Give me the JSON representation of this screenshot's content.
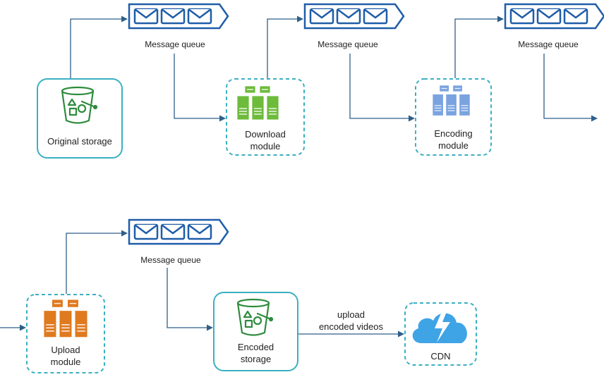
{
  "queues": [
    {
      "id": "queue-1",
      "label": "Message queue"
    },
    {
      "id": "queue-2",
      "label": "Message queue"
    },
    {
      "id": "queue-3",
      "label": "Message queue"
    },
    {
      "id": "queue-4",
      "label": "Message queue"
    }
  ],
  "nodes": {
    "original_storage": {
      "lines": [
        "Original storage"
      ],
      "icon": "bucket-icon"
    },
    "download_module": {
      "lines": [
        "Download",
        "module"
      ],
      "icon": "server-icon",
      "color": "#6dbb3b"
    },
    "encoding_module": {
      "lines": [
        "Encoding",
        "module"
      ],
      "icon": "server-icon",
      "color": "#7aa3df"
    },
    "upload_module": {
      "lines": [
        "Upload",
        "module"
      ],
      "icon": "server-icon",
      "color": "#e07a1f"
    },
    "encoded_storage": {
      "lines": [
        "Encoded",
        "storage"
      ],
      "icon": "bucket-icon"
    },
    "cdn": {
      "lines": [
        "CDN"
      ],
      "icon": "cloud-lightning-icon"
    }
  },
  "edges": {
    "upload_to_cdn": {
      "lines": [
        "upload",
        "encoded videos"
      ]
    }
  },
  "colors": {
    "queue_blue": "#1f5da8",
    "arrow": "#2f5f8a",
    "box_border": "#3ab0c2",
    "bucket_green": "#2e8b3d",
    "cloud_blue": "#3fa4e6"
  }
}
